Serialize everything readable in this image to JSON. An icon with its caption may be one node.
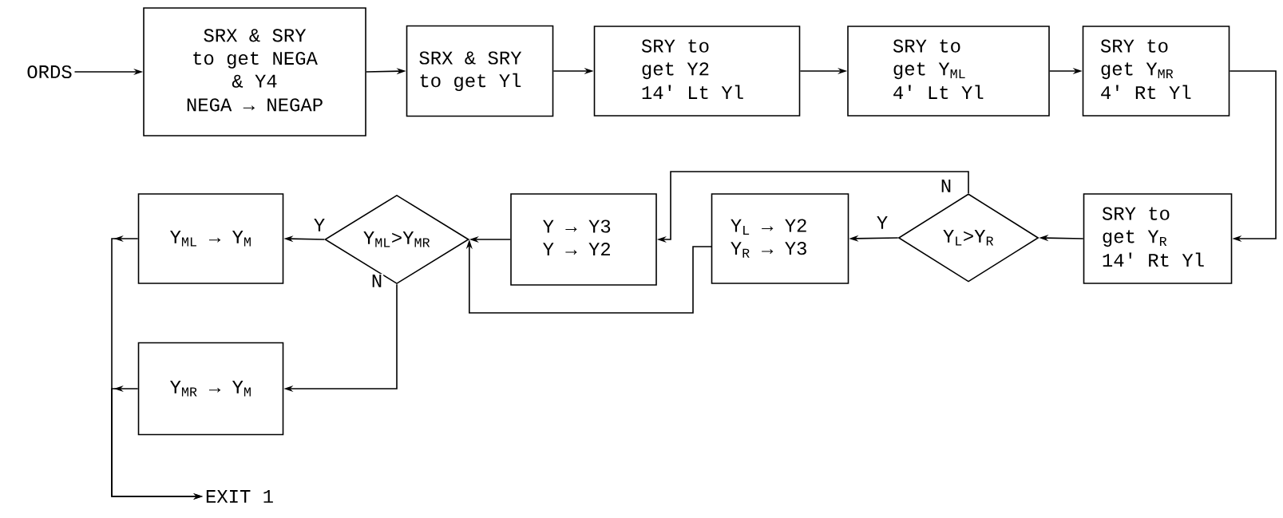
{
  "diagram": {
    "nodes": [
      {
        "text": [
          "ORDS"
        ]
      },
      {
        "text": [
          "SRX & SRY to get NEGA & Y4",
          "NEGA → NEGAP"
        ]
      },
      {
        "text": [
          "SRX & SRY to get Yl"
        ]
      },
      {
        "text": [
          "SRY to get Y2",
          "14′ Lt Yl"
        ]
      },
      {
        "text": [
          "SRY to get Y$_{ML}$",
          "4′ Lt Yl"
        ]
      },
      {
        "text": [
          "SRY to get Y$_{MR}$",
          "4′ Rt Yl"
        ]
      },
      {
        "text": [
          "SRY to get Y$_{R}$",
          "14′ Rt Yl"
        ]
      },
      {
        "text": [
          "Y$_{L}$>Y$_{R}$"
        ]
      },
      {
        "text": [
          "Y$_{L}$ → Y2",
          "Y$_{R}$ → Y3"
        ]
      },
      {
        "text": [
          "Y → Y3",
          "Y → Y2"
        ]
      },
      {
        "text": [
          "Y$_{ML}$>Y$_{MR}$"
        ]
      },
      {
        "text": [
          "Y$_{ML}$ → Y$_{M}$"
        ]
      },
      {
        "text": [
          "Y$_{MR}$ → Y$_{M}$"
        ]
      },
      {
        "text": [
          "EXIT 1"
        ]
      }
    ],
    "edges": [
      {
        "from": 0,
        "to": 1,
        "arrow": "to"
      },
      {
        "from": 1,
        "to": 2,
        "arrow": "to"
      },
      {
        "from": 2,
        "to": 3,
        "arrow": "to"
      },
      {
        "from": 3,
        "to": 4,
        "arrow": "to"
      },
      {
        "from": 4,
        "to": 5,
        "arrow": "to"
      },
      {
        "from": 5,
        "to": 6,
        "arrow": "to"
      },
      {
        "from": 6,
        "to": 7,
        "arrow": "to"
      },
      {
        "from": 7,
        "to": 8,
        "arrow": "to",
        "label": "Y"
      },
      {
        "from": 7,
        "to": 9,
        "arrow": "to",
        "label": "N"
      },
      {
        "from": 8,
        "to": 10,
        "arrow": "to"
      },
      {
        "from": 9,
        "to": 10,
        "arrow": "to"
      },
      {
        "from": 10,
        "to": 11,
        "arrow": "to",
        "label": "Y"
      },
      {
        "from": 10,
        "to": 12,
        "arrow": "to",
        "label": "N"
      },
      {
        "from": 11,
        "to": 13,
        "arrow": "to"
      },
      {
        "from": 12,
        "to": 13,
        "arrow": "to"
      }
    ]
  }
}
